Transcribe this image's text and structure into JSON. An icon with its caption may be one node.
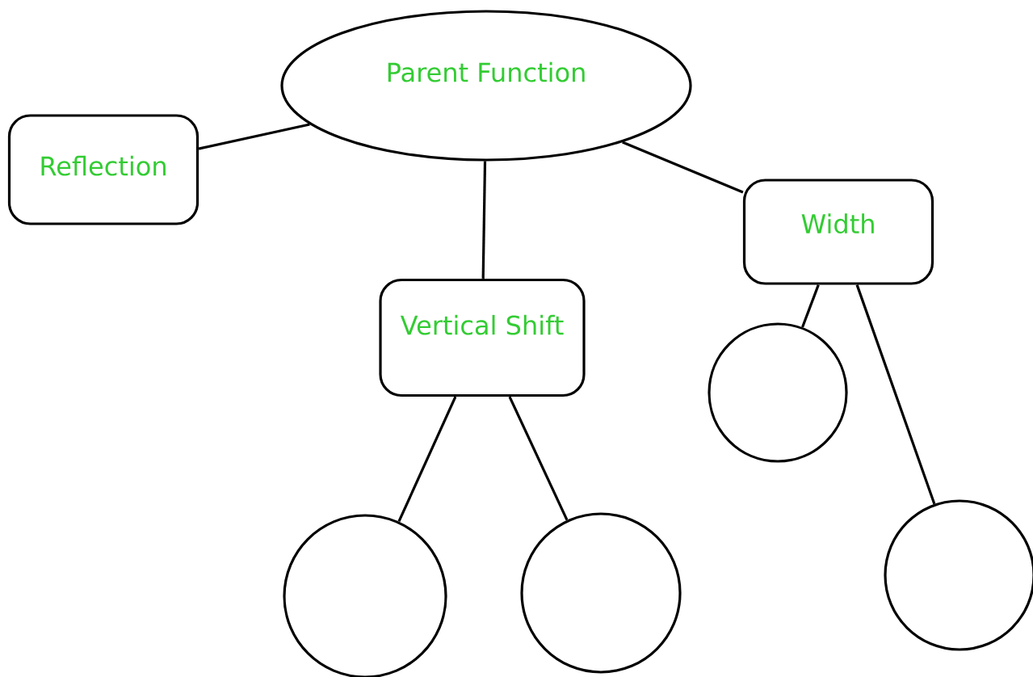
{
  "diagram": {
    "nodes": [
      {
        "text": [
          "Parent Function"
        ]
      },
      {
        "text": [
          "Reflection"
        ]
      },
      {
        "text": [
          "Vertical Shift"
        ]
      },
      {
        "text": [
          "Width"
        ]
      },
      {
        "text": [],
        "shape": "circle"
      },
      {
        "text": [],
        "shape": "circle"
      },
      {
        "text": [],
        "shape": "circle"
      },
      {
        "text": [],
        "shape": "circle"
      }
    ],
    "edges": [
      {
        "from": 0,
        "to": 1,
        "arrow": "none"
      },
      {
        "from": 0,
        "to": 2,
        "arrow": "none"
      },
      {
        "from": 0,
        "to": 3,
        "arrow": "none"
      },
      {
        "from": 2,
        "to": 4,
        "arrow": "none"
      },
      {
        "from": 2,
        "to": 5,
        "arrow": "none"
      },
      {
        "from": 3,
        "to": 6,
        "arrow": "none"
      },
      {
        "from": 3,
        "to": 7,
        "arrow": "none"
      }
    ]
  }
}
